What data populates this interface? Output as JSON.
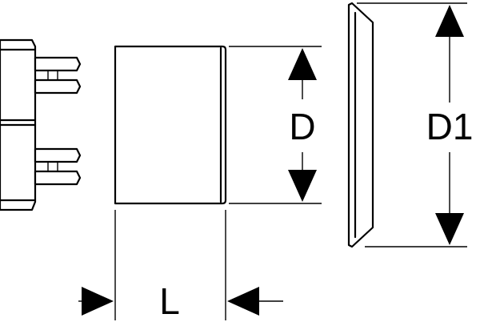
{
  "diagram": {
    "dimension_labels": {
      "length": "L",
      "diameter": "D",
      "outer_diameter": "D1"
    }
  }
}
